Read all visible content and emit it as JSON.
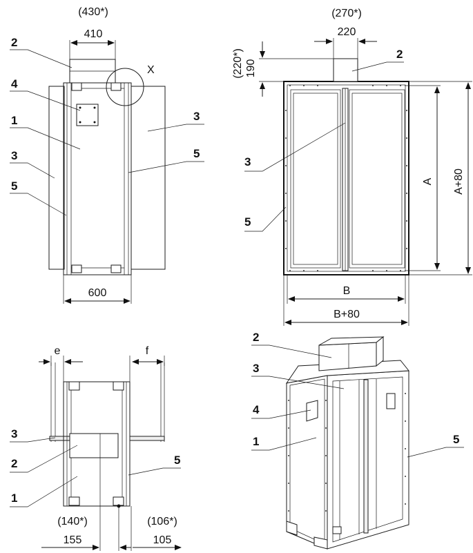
{
  "top_left_view": {
    "dim_top_alt": "(430*)",
    "dim_top": "410",
    "detail_mark": "X",
    "dim_bottom": "600",
    "callouts": [
      "2",
      "4",
      "1",
      "3",
      "5",
      "3",
      "5"
    ]
  },
  "top_right_view": {
    "dim_top_alt": "(270*)",
    "dim_top": "220",
    "dim_side_alt": "(220*)",
    "dim_side": "190",
    "dim_height_inner": "A",
    "dim_height_outer": "A+80",
    "dim_width_inner": "B",
    "dim_width_outer": "B+80",
    "callouts": [
      "2",
      "3",
      "5"
    ]
  },
  "bottom_left_view": {
    "dim_e": "e",
    "dim_f": "f",
    "dim_left_alt": "(140*)",
    "dim_left": "155",
    "dim_right_alt": "(106*)",
    "dim_right": "105",
    "callouts": [
      "3",
      "2",
      "1",
      "5"
    ]
  },
  "bottom_right_view": {
    "callouts": [
      "2",
      "3",
      "4",
      "1",
      "5"
    ]
  }
}
